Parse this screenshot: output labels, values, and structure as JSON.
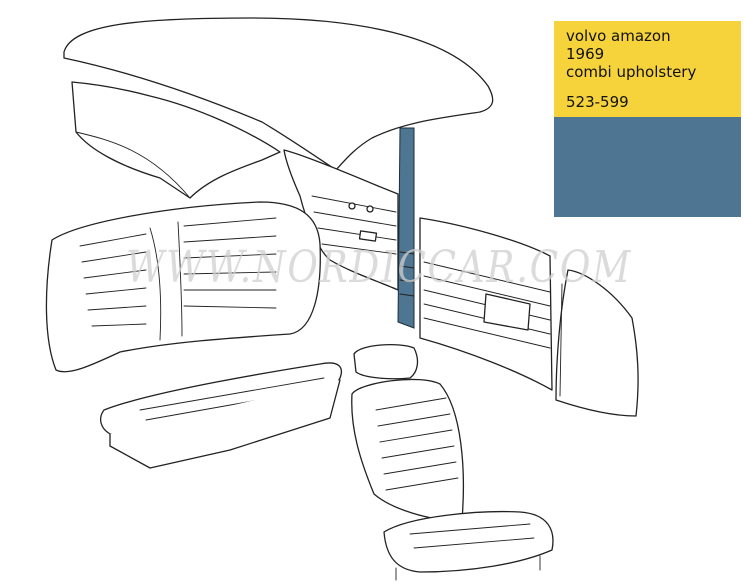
{
  "watermark": "WWW.NORDICCAR.COM",
  "info": {
    "line1": "volvo amazon",
    "line2": "1969",
    "line3": "combi upholstery",
    "code": "523-599"
  },
  "colors": {
    "label_background": "#f6d33b",
    "upholstery_swatch": "#4e7591",
    "line_art": "#222222"
  }
}
